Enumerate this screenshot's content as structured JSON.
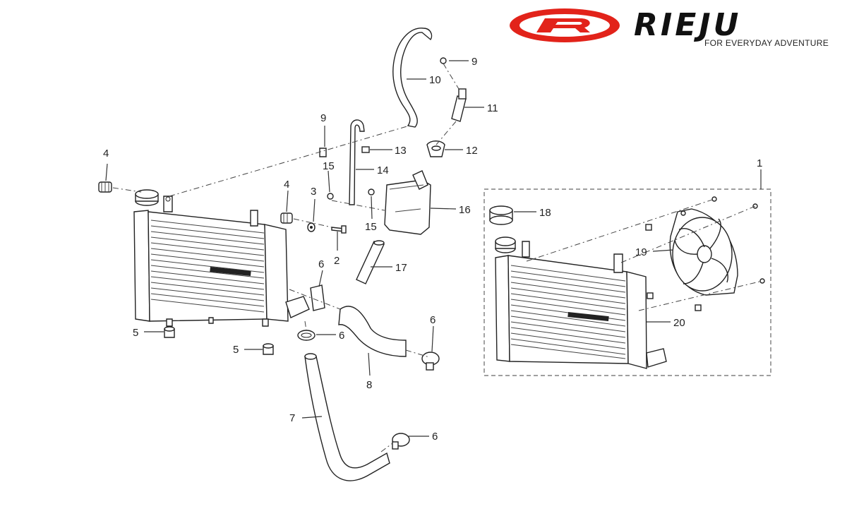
{
  "brand": {
    "name": "RIEJU",
    "tagline": "FOR EVERYDAY ADVENTURE",
    "accent_color": "#e2231a"
  },
  "callouts": [
    "1",
    "2",
    "3",
    "4",
    "4",
    "5",
    "5",
    "6",
    "6",
    "6",
    "6",
    "7",
    "8",
    "9",
    "9",
    "10",
    "11",
    "12",
    "13",
    "14",
    "15",
    "15",
    "16",
    "17",
    "18",
    "19",
    "20"
  ]
}
